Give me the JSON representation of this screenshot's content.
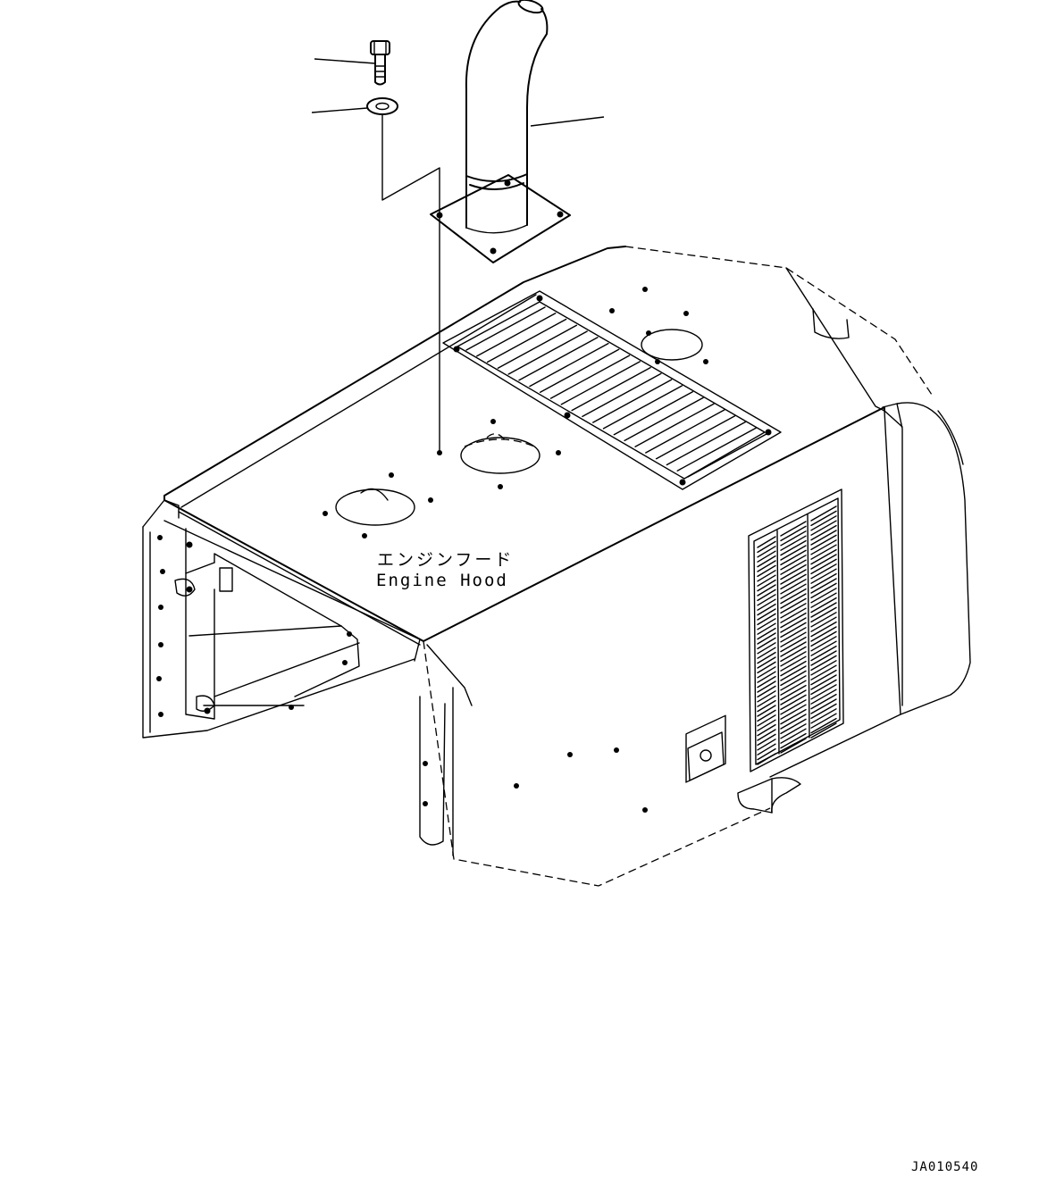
{
  "part_label_ja": "エンジンフード",
  "part_label_en": "Engine Hood",
  "drawing_code": "JA010540"
}
